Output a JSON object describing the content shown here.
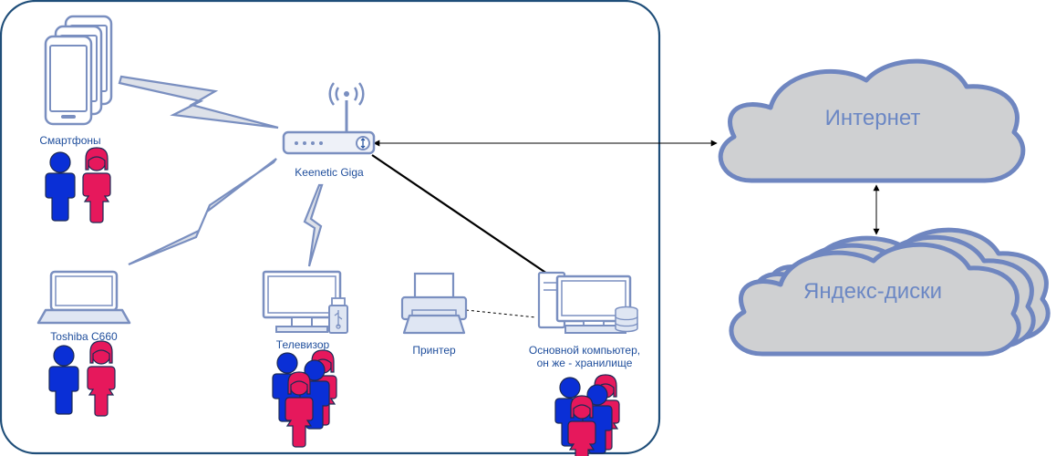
{
  "labels": {
    "smartphones": "Смартфоны",
    "router": "Keenetic Giga",
    "laptop": "Toshiba C660",
    "tv": "Телевизор",
    "printer": "Принтер",
    "computer_line1": "Основной компьютер,",
    "computer_line2": "он же - хранилище",
    "internet": "Интернет",
    "yandex_disks": "Яндекс-диски"
  },
  "icons": {
    "smartphones": "smartphones-stack-icon",
    "router": "wifi-router-icon",
    "laptop": "laptop-icon",
    "tv": "monitor-with-usb-icon",
    "printer": "printer-icon",
    "computer": "desktop-computer-with-storage-icon",
    "internet": "cloud-icon",
    "yandex": "cloud-stack-icon",
    "user_male": "person-male-icon",
    "user_female": "person-female-icon"
  },
  "colors": {
    "frame": "#1f4e79",
    "device_fill": "#dfe6f3",
    "device_stroke": "#7a8fc0",
    "cloud_fill": "#cfd0d2",
    "cloud_stroke": "#6f86c0",
    "male": "#0a2fd6",
    "female": "#e6185c",
    "wireless": "#d0d4dc",
    "link": "#000000",
    "label_text": "#1f4e9c",
    "cloud_text": "#6b87c4"
  }
}
